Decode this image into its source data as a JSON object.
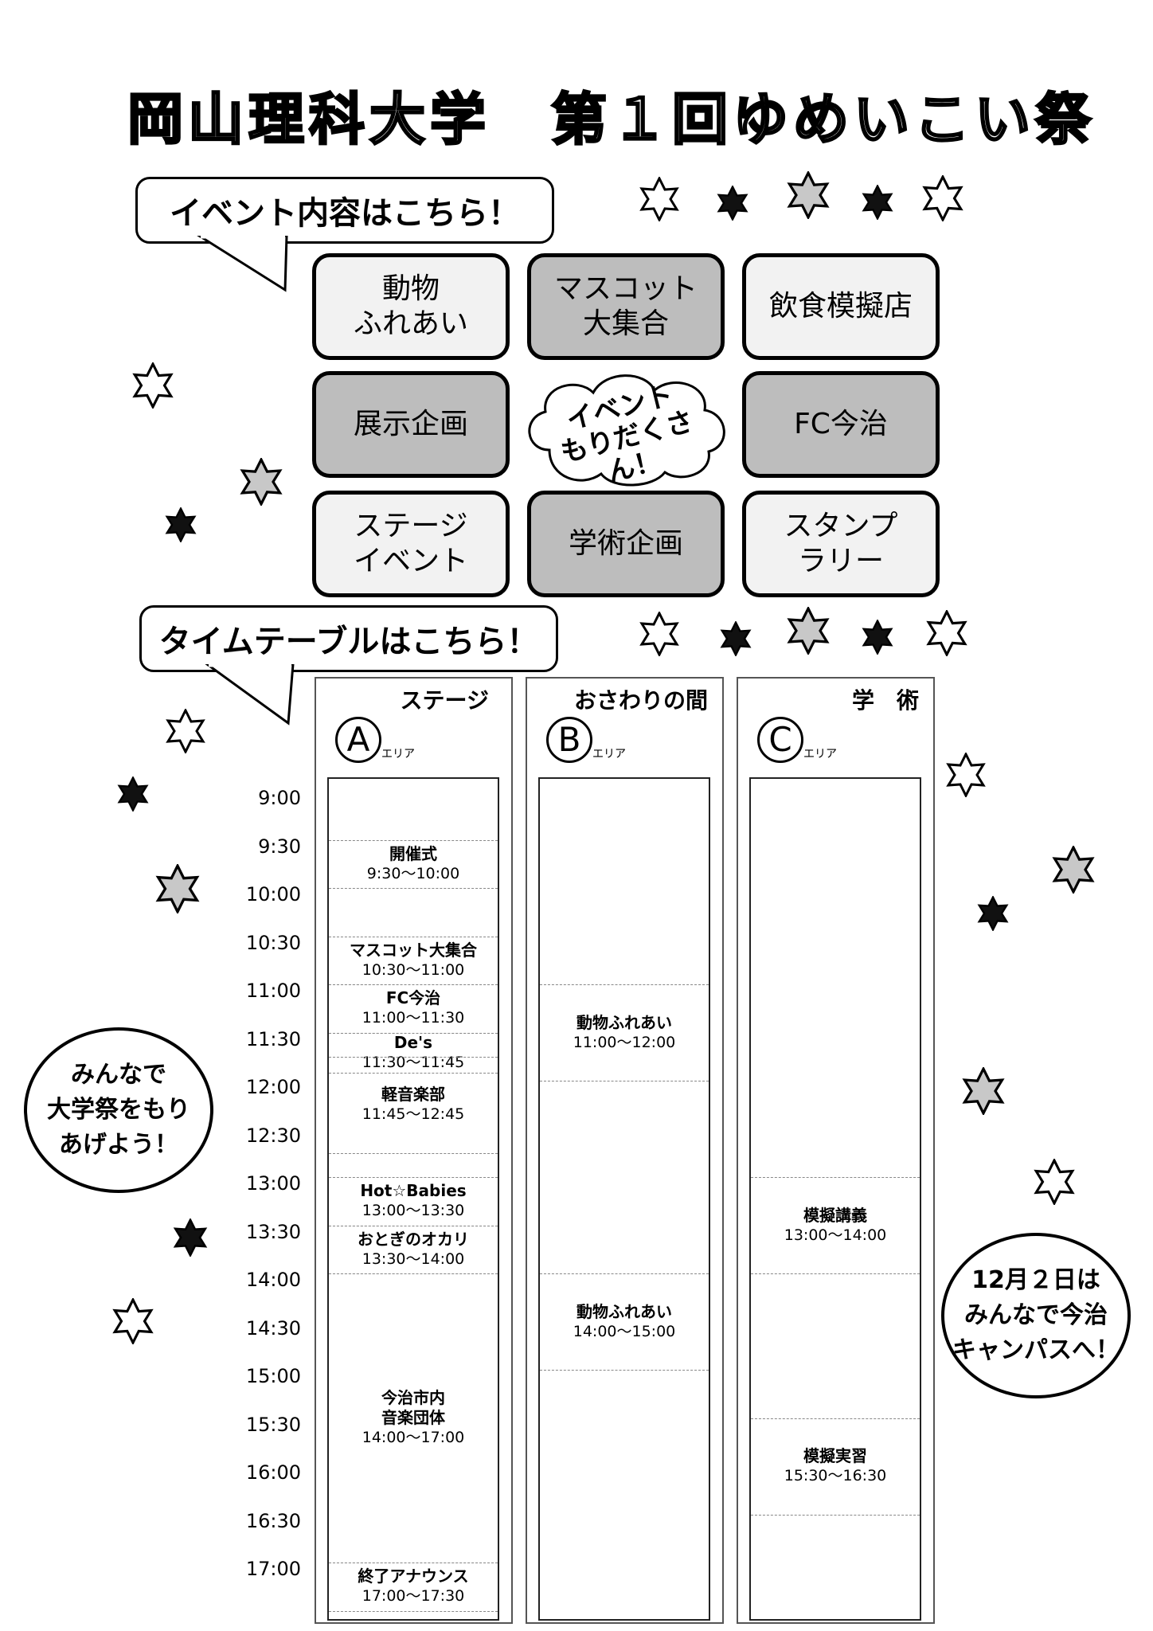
{
  "title": "岡山理科大学　第１回ゆめいこい祭",
  "event_bubble": "イベント内容はこちら！",
  "timetable_bubble": "タイムテーブルはこちら！",
  "cloud_text_line1": "イベント",
  "cloud_text_line2": "もりだくさん！",
  "events": [
    {
      "label": "動物\nふれあい",
      "shade": "light"
    },
    {
      "label": "マスコット\n大集合",
      "shade": "dark"
    },
    {
      "label": "飲食模擬店",
      "shade": "light"
    },
    {
      "label": "展示企画",
      "shade": "dark"
    },
    {
      "label": "FC今治",
      "shade": "dark"
    },
    {
      "label": "ステージ\nイベント",
      "shade": "light"
    },
    {
      "label": "学術企画",
      "shade": "dark"
    },
    {
      "label": "スタンプ\nラリー",
      "shade": "light"
    }
  ],
  "columns": [
    {
      "title": "ステージ",
      "letter": "A",
      "area": "エリア"
    },
    {
      "title": "おさわりの間",
      "letter": "B",
      "area": "エリア"
    },
    {
      "title": "学　術",
      "letter": "C",
      "area": "エリア"
    }
  ],
  "times": [
    "9:00",
    "9:30",
    "10:00",
    "10:30",
    "11:00",
    "11:30",
    "12:00",
    "12:30",
    "13:00",
    "13:30",
    "14:00",
    "14:30",
    "15:00",
    "15:30",
    "16:00",
    "16:30",
    "17:00"
  ],
  "stage_events": [
    {
      "name": "開催式",
      "time": "9:30〜10:00"
    },
    {
      "name": "マスコット大集合",
      "time": "10:30〜11:00"
    },
    {
      "name": "FC今治",
      "time": "11:00〜11:30"
    },
    {
      "name": "De's",
      "time": "11:30〜11:45"
    },
    {
      "name": "軽音楽部",
      "time": "11:45〜12:45"
    },
    {
      "name": "Hot☆Babies",
      "time": "13:00〜13:30"
    },
    {
      "name": "おとぎのオカリ",
      "time": "13:30〜14:00"
    },
    {
      "name": "今治市内\n音楽団体",
      "time": "14:00〜17:00"
    },
    {
      "name": "終了アナウンス",
      "time": "17:00〜17:30"
    }
  ],
  "petting_events": [
    {
      "name": "動物ふれあい",
      "time": "11:00〜12:00"
    },
    {
      "name": "動物ふれあい",
      "time": "14:00〜15:00"
    }
  ],
  "academic_events": [
    {
      "name": "模擬講義",
      "time": "13:00〜14:00"
    },
    {
      "name": "模擬実習",
      "time": "15:30〜16:30"
    }
  ],
  "left_circle": "みんなで\n大学祭をもり\nあげよう！",
  "right_circle": "12月２日は\nみんなで今治\nキャンパスへ！"
}
